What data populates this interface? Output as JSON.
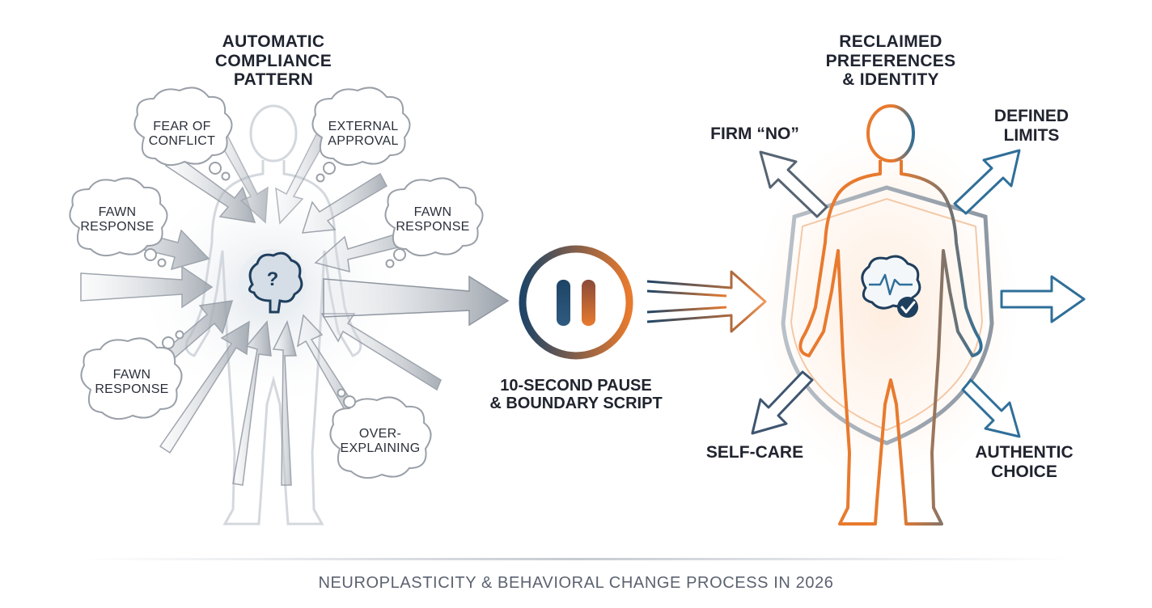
{
  "left": {
    "title": "AUTOMATIC\nCOMPLIANCE\nPATTERN",
    "clouds": {
      "fear_of_conflict": "FEAR OF\nCONFLICT",
      "external_approval": "EXTERNAL\nAPPROVAL",
      "fawn_top_left": "FAWN\nRESPONSE",
      "fawn_top_right": "FAWN\nRESPONSE",
      "fawn_bottom_left": "FAWN\nRESPONSE",
      "over_explaining": "OVER-\nEXPLAINING"
    },
    "brain_symbol": "?"
  },
  "middle": {
    "label": "10-SECOND PAUSE\n& BOUNDARY SCRIPT"
  },
  "right": {
    "title": "RECLAIMED\nPREFERENCES\n& IDENTITY",
    "labels": {
      "firm_no": "FIRM “NO”",
      "defined_limits": "DEFINED\nLIMITS",
      "self_care": "SELF-CARE",
      "authentic_choice": "AUTHENTIC\nCHOICE"
    }
  },
  "footer": {
    "caption": "NEUROPLASTICITY & BEHAVIORAL CHANGE PROCESS IN 2026"
  },
  "colors": {
    "orange": "#e87a2e",
    "navy": "#1e4466",
    "steel": "#2f6f99",
    "gray_arrow": "#a9afb7"
  },
  "icons": {
    "pause": "pause-icon",
    "brain_question": "brain-question-icon",
    "brain_check": "brain-check-icon",
    "shield": "shield-icon"
  }
}
